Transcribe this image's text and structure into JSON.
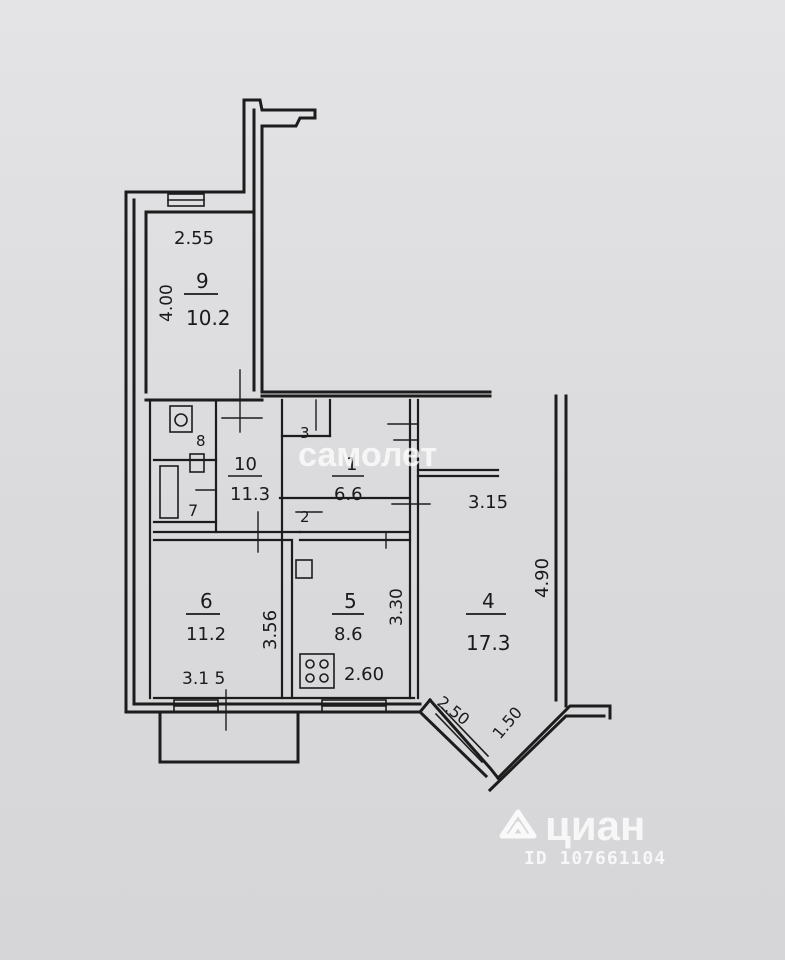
{
  "rooms": [
    {
      "id": "9",
      "number": "9",
      "area": "10.2"
    },
    {
      "id": "10",
      "number": "10",
      "area": "11.3"
    },
    {
      "id": "1",
      "number": "1",
      "area": "6.6"
    },
    {
      "id": "6",
      "number": "6",
      "area": "11.2"
    },
    {
      "id": "5",
      "number": "5",
      "area": "8.6"
    },
    {
      "id": "4",
      "number": "4",
      "area": "17.3"
    },
    {
      "id": "8",
      "number": "8"
    },
    {
      "id": "7",
      "number": "7"
    },
    {
      "id": "3",
      "number": "3"
    },
    {
      "id": "2",
      "number": "2"
    }
  ],
  "dimensions": {
    "room9_width": "2.55",
    "room9_length": "4.00",
    "room4_width": "3.15",
    "room4_length": "4.90",
    "room6_length": "3.56",
    "room6_width": "3.1 5",
    "room5_length": "3.30",
    "room5_width": "2.60",
    "bay_side_a": "2.50",
    "bay_side_b": "1.50"
  },
  "watermarks": {
    "samolet": "самолет",
    "cian": "циан",
    "listing_id": "ID 107661104"
  }
}
